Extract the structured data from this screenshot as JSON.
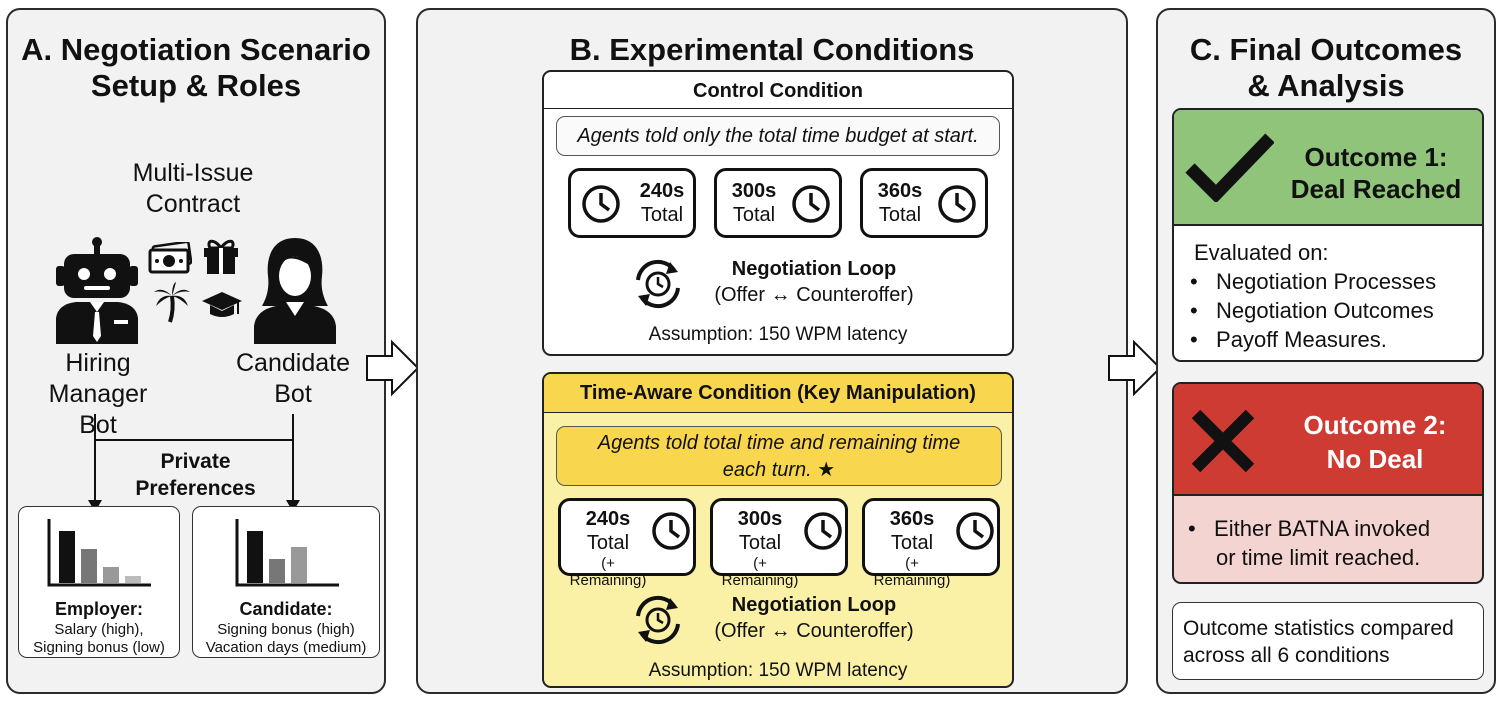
{
  "panel_a": {
    "title_line1": "A. Negotiation Scenario",
    "title_line2": "Setup & Roles",
    "contract_line1": "Multi-Issue",
    "contract_line2": "Contract",
    "hm_line1": "Hiring",
    "hm_line2": "Manager Bot",
    "cand_line1": "Candidate",
    "cand_line2": "Bot",
    "private_line1": "Private",
    "private_line2": "Preferences",
    "employer": {
      "title": "Employer:",
      "line1": "Salary (high),",
      "line2": "Signing bonus (low)"
    },
    "candidate": {
      "title": "Candidate:",
      "line1": "Signing bonus (high)",
      "line2": "Vacation days (medium)"
    }
  },
  "panel_b": {
    "title": "B. Experimental Conditions",
    "control": {
      "title": "Control Condition",
      "desc": "Agents told only the total time budget at start.",
      "clocks": [
        {
          "time": "240s",
          "label": "Total"
        },
        {
          "time": "300s",
          "label": "Total"
        },
        {
          "time": "360s",
          "label": "Total"
        }
      ],
      "loop_title": "Negotiation Loop",
      "loop_sub": "(Offer ↔ Counteroffer)",
      "assumption": "Assumption: 150 WPM latency"
    },
    "time_aware": {
      "title": "Time-Aware Condition (Key Manipulation)",
      "desc_line1": "Agents told total time and remaining time",
      "desc_line2": "each turn. ★",
      "clocks": [
        {
          "time": "240s",
          "label": "Total",
          "extra": "(+ Remaining)"
        },
        {
          "time": "300s",
          "label": "Total",
          "extra": "(+ Remaining)"
        },
        {
          "time": "360s",
          "label": "Total",
          "extra": "(+ Remaining)"
        }
      ],
      "loop_title": "Negotiation Loop",
      "loop_sub": "(Offer ↔ Counteroffer)",
      "assumption": "Assumption: 150 WPM latency"
    }
  },
  "panel_c": {
    "title_line1": "C. Final Outcomes",
    "title_line2": "& Analysis",
    "outcome1": {
      "line1": "Outcome 1:",
      "line2": "Deal Reached",
      "eval": "Evaluated on:",
      "bullets": [
        "Negotiation Processes",
        "Negotiation Outcomes",
        "Payoff Measures."
      ]
    },
    "outcome2": {
      "line1": "Outcome 2:",
      "line2": "No Deal",
      "bullet_line1": "Either BATNA invoked",
      "bullet_line2": "or time limit reached."
    },
    "stats_line1": "Outcome statistics compared",
    "stats_line2": "across all 6 conditions"
  },
  "colors": {
    "panel_bg": "#f2f2f2",
    "green": "#8fc47a",
    "red": "#cd3b32",
    "pink": "#f4d4d1",
    "yellow_header": "#f8d64e",
    "yellow_bg": "#fbf1a6"
  }
}
